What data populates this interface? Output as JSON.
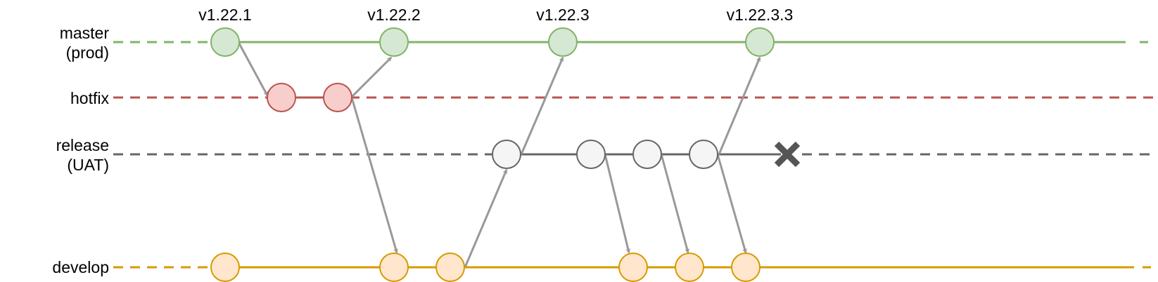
{
  "title": "",
  "branches": {
    "master": {
      "label_line1": "master",
      "label_line2": "(prod)",
      "color": "#82b366",
      "fill": "#d5e8d4"
    },
    "hotfix": {
      "label_line1": "hotfix",
      "label_line2": "",
      "color": "#b85450",
      "fill": "#f8cecc"
    },
    "release": {
      "label_line1": "release",
      "label_line2": "(UAT)",
      "color": "#666666",
      "fill": "#f5f5f5"
    },
    "develop": {
      "label_line1": "develop",
      "label_line2": "",
      "color": "#d79b00",
      "fill": "#ffe6cc"
    }
  },
  "tags": [
    "v1.22.1",
    "v1.22.2",
    "v1.22.3",
    "v1.22.3.3"
  ],
  "arrow_color": "#999999",
  "end_marker": {
    "icon": "close-x-icon",
    "color": "#555555"
  }
}
